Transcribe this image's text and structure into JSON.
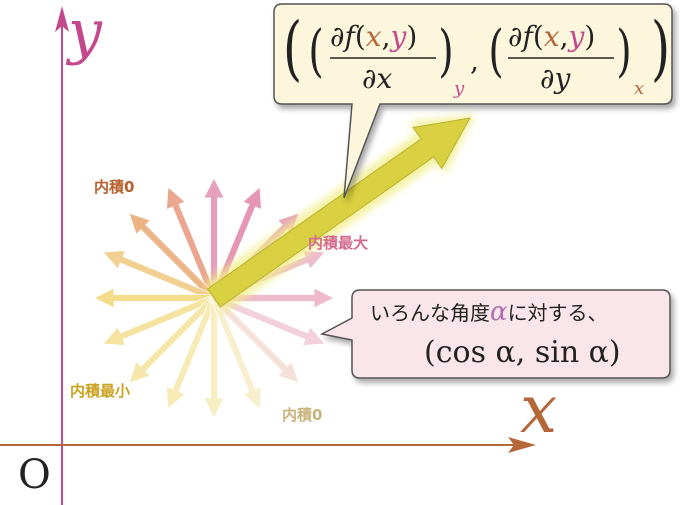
{
  "axes": {
    "x_label": "x",
    "y_label": "y",
    "origin_label": "O",
    "x_axis_color": "#b5673a",
    "y_axis_color": "#c4488c"
  },
  "gradient_box": {
    "part_open_outer": "(",
    "part_open_inner": "(",
    "partial": "∂",
    "f": "f",
    "paren_open": "(",
    "x_var": "x",
    "comma_inner": ",",
    "y_var": "y",
    "paren_close": ")",
    "denom_x": "∂x",
    "denom_y": "∂y",
    "sub_y": "y",
    "sub_x": "x",
    "separator": ",",
    "close_inner": ")",
    "close_outer": ")",
    "fill_color": "#fbf6dc",
    "var_color": "#b5673a"
  },
  "direction_box": {
    "line1": "いろんな角度",
    "alpha": "α",
    "line1_suffix": "に対する、",
    "line2": "(cos α, sin α)",
    "fill_color": "#fae6ea"
  },
  "labels": {
    "inner_zero_top": "内積0",
    "inner_max": "内積最大",
    "inner_min": "内積最小",
    "inner_zero_bottom": "内積0"
  },
  "label_colors": {
    "inner_zero_top": "#b8602e",
    "inner_max": "#d46a8e",
    "inner_min": "#c9a220",
    "inner_zero_bottom": "#c8b47a"
  },
  "gradient_arrow_color": "#d8d040",
  "direction_arrow_angles_deg": [
    0,
    22.5,
    45,
    67.5,
    90,
    112.5,
    135,
    157.5,
    180,
    202.5,
    225,
    247.5,
    270,
    292.5,
    315,
    337.5
  ],
  "direction_arrow_colors": [
    "#efb7c9",
    "#edb8cd",
    "#e69bba",
    "#e491b1",
    "#e69bb8",
    "#e9a28a",
    "#ecb07e",
    "#f1ce8c",
    "#f3dc86",
    "#f4e39a",
    "#f5e6a6",
    "#f7eab4",
    "#f8eec0",
    "#f8efcc",
    "#f6e0d6",
    "#f2cfdc"
  ]
}
